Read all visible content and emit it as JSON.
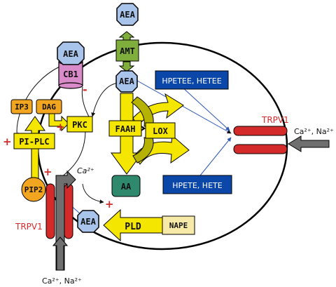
{
  "nodes": {
    "aea_top": "AEA",
    "amt": "AMT",
    "aea_cb1": "AEA",
    "cb1": "CB1",
    "aea_center": "AEA",
    "hpetee_hetee": "HPETEE, HETEE",
    "ip3": "IP3",
    "dag": "DAG",
    "pkc": "PKC",
    "pi_plc": "PI-PLC",
    "faah": "FAAH",
    "lox": "LOX",
    "trpv1_right": "TRPV1",
    "ca_na_right": "Ca²⁺, Na²⁺",
    "pip2": "PIP2",
    "ca_inside": "Ca²⁺",
    "aa": "AA",
    "hpete_hete": "HPETE, HETE",
    "trpv1_left": "TRPV1",
    "aea_bottom": "AEA",
    "pld": "PLD",
    "nape": "NAPE",
    "ca_na_bottom": "Ca²⁺, Na²⁺"
  },
  "signs": {
    "minus_cb1": "-",
    "plus_pkc": "+",
    "plus_pip2": "+",
    "plus_left": "+",
    "plus_bottom": "+"
  },
  "colors": {
    "yellow": "#f5e600",
    "olive": "#b5b300",
    "blue_box": "#0a47a8",
    "octagon": "#a9c4ea",
    "green": "#7fae3c",
    "pink": "#d98ac8",
    "red": "#d42a2a",
    "aa_green": "#2f8a6d",
    "orange": "#f2a51e",
    "gray": "#6f6f6f",
    "nape": "#f7eaa8"
  }
}
